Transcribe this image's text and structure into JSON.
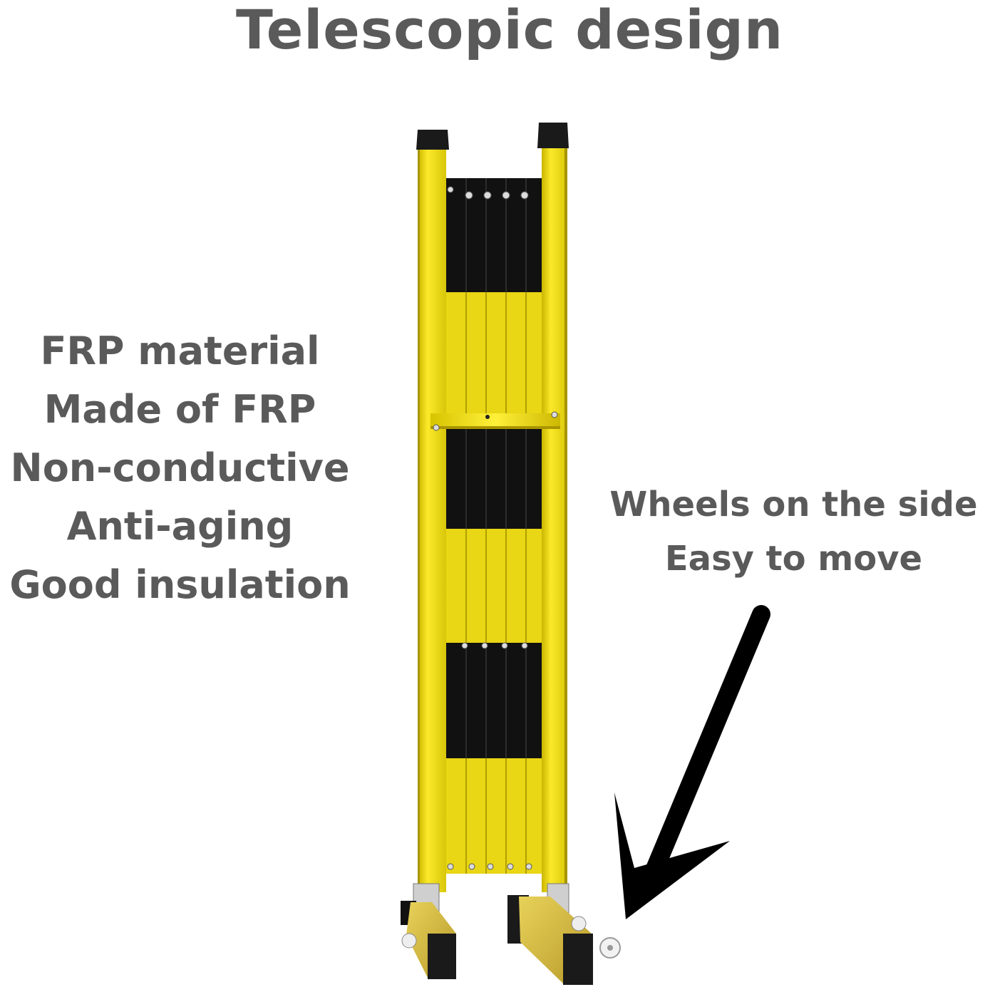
{
  "title": "Telescopic design",
  "features": [
    "FRP material",
    "Made of FRP",
    "Non-conductive",
    "Anti-aging",
    "Good insulation"
  ],
  "wheels_note": [
    "Wheels on the side",
    "Easy to move"
  ],
  "colors": {
    "text": "#5a5a5a",
    "frp_yellow": "#f2e21b",
    "stripe_black": "#111111",
    "arrow": "#000000"
  }
}
